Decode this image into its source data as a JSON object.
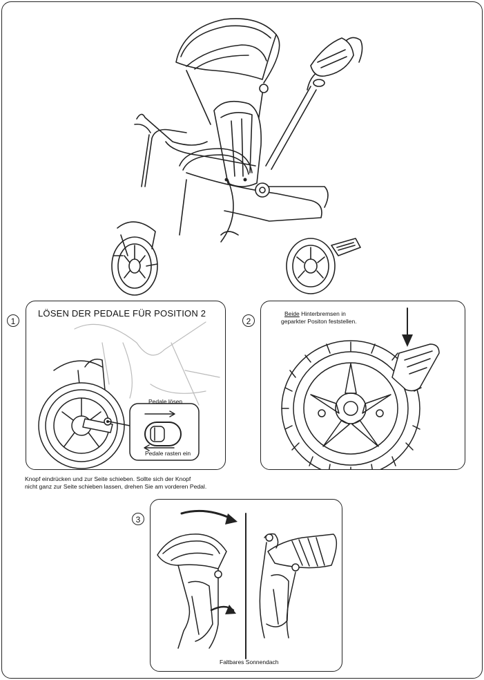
{
  "steps": {
    "step1": {
      "number": "1",
      "title": "LÖSEN DER PEDALE FÜR POSITION 2",
      "label_release": "Pedale lösen",
      "label_lock": "Pedale rasten ein",
      "caption_line1": "Knopf eindrücken und zur Seite schieben. Sollte sich der Knopf",
      "caption_line2": "nicht ganz zur Seite schieben lassen, drehen Sie am vorderen Pedal."
    },
    "step2": {
      "number": "2",
      "text_underlined": "Beide",
      "text_line1_rest": " Hinterbremsen in",
      "text_line2": "geparkter Positon feststellen."
    },
    "step3": {
      "number": "3",
      "caption": "Faltbares Sonnendach"
    }
  }
}
